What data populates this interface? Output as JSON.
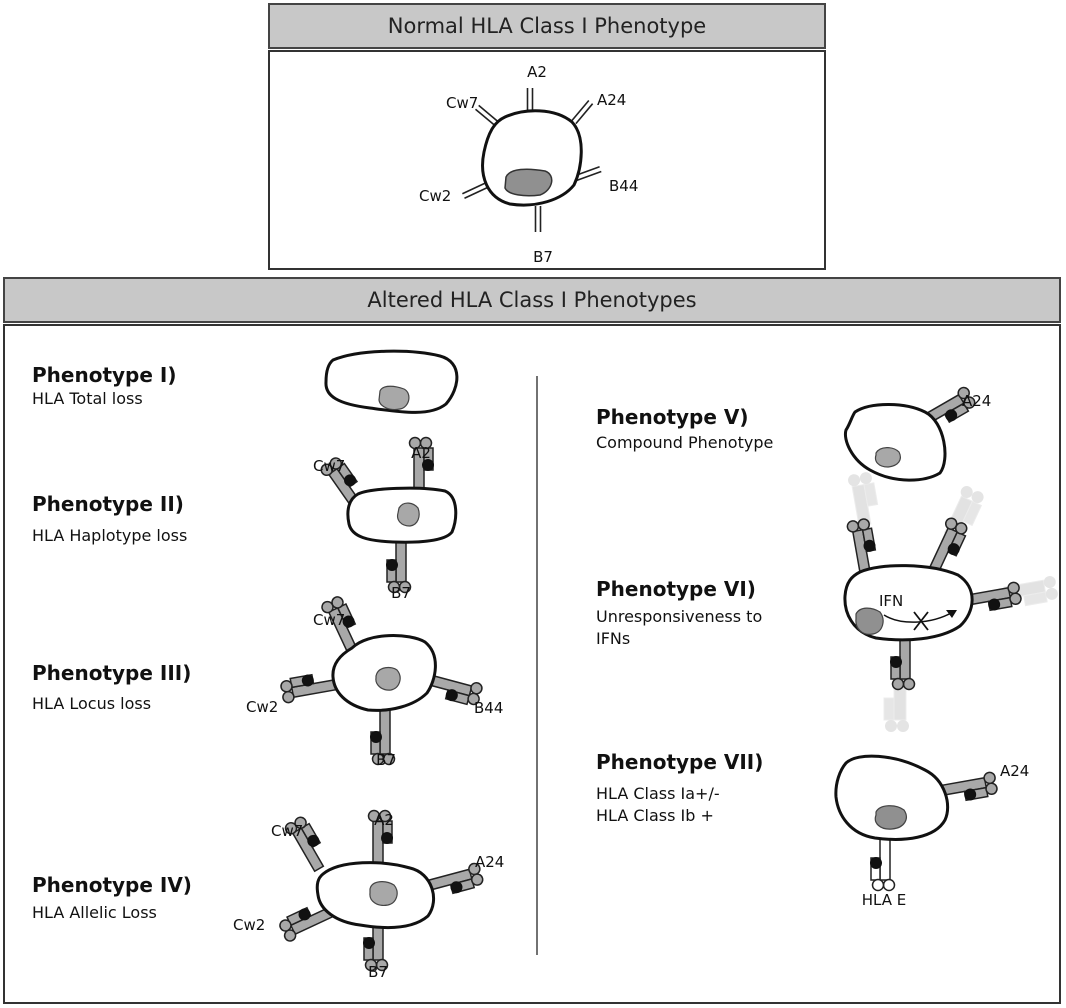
{
  "normal": {
    "title": "Normal HLA Class I Phenotype",
    "alleles": {
      "a2": "A2",
      "a24": "A24",
      "cw7": "Cw7",
      "cw2": "Cw2",
      "b44": "B44",
      "b7": "B7"
    }
  },
  "altered": {
    "title": "Altered HLA Class I Phenotypes",
    "phenotypes": [
      {
        "title": "Phenotype  I)",
        "desc": "HLA Total loss",
        "labels": []
      },
      {
        "title": "Phenotype  II)",
        "desc": "HLA Haplotype loss",
        "labels": [
          "Cw7",
          "A2",
          "B7"
        ]
      },
      {
        "title": "Phenotype  III)",
        "desc": "HLA Locus loss",
        "labels": [
          "Cw7",
          "Cw2",
          "B44",
          "B7"
        ]
      },
      {
        "title": "Phenotype  IV)",
        "desc": "HLA Allelic Loss",
        "labels": [
          "Cw7",
          "A2",
          "A24",
          "Cw2",
          "B7"
        ]
      },
      {
        "title": "Phenotype  V)",
        "desc": "Compound Phenotype",
        "labels": [
          "A24"
        ]
      },
      {
        "title": "Phenotype  VI)",
        "desc": "Unresponsiveness to\nIFNs",
        "labels": [
          "IFN"
        ]
      },
      {
        "title": "Phenotype  VII)",
        "desc": "HLA Class Ia+/-\nHLA Class Ib +",
        "labels": [
          "A24",
          "HLA E"
        ]
      }
    ]
  }
}
